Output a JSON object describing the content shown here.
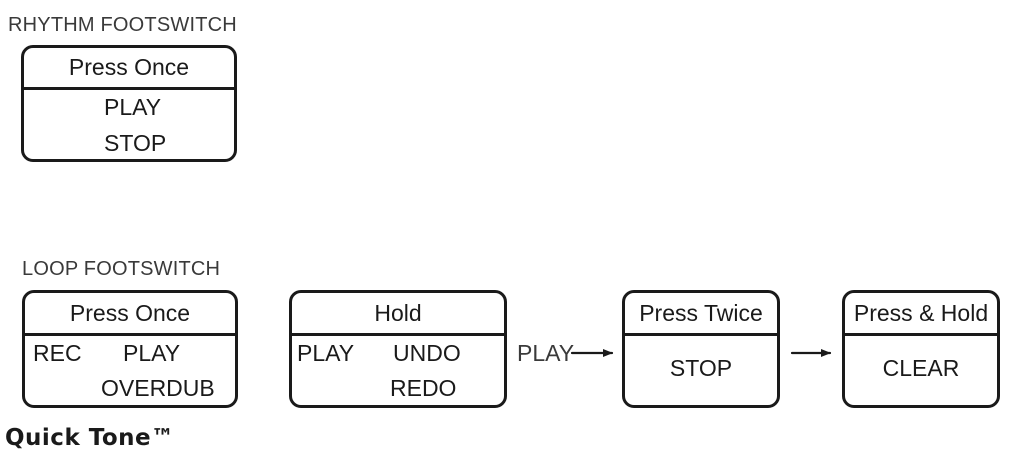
{
  "rhythm": {
    "title": "RHYTHM FOOTSWITCH",
    "box": {
      "header": "Press Once",
      "labels": [
        "PLAY",
        "STOP"
      ]
    }
  },
  "loop": {
    "title": "LOOP FOOTSWITCH",
    "boxes": [
      {
        "header": "Press Once",
        "labels": [
          "REC",
          "PLAY",
          "OVERDUB"
        ]
      },
      {
        "header": "Hold",
        "labels": [
          "PLAY",
          "UNDO",
          "REDO"
        ]
      },
      {
        "header": "Press Twice",
        "labels": [
          "STOP"
        ]
      },
      {
        "header": "Press & Hold",
        "labels": [
          "CLEAR"
        ]
      }
    ],
    "connector_label": "PLAY"
  },
  "brand": "Quick Tone™"
}
